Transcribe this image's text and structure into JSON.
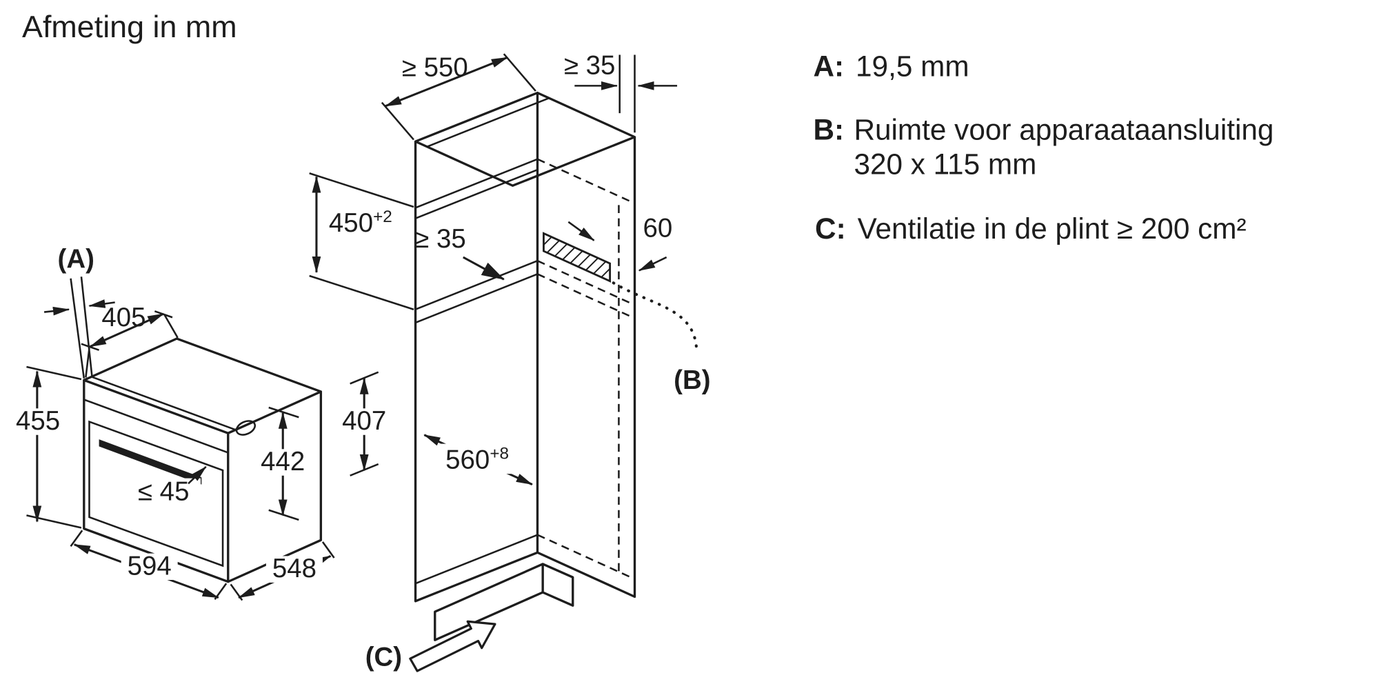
{
  "title": "Afmeting in mm",
  "legend": {
    "items": [
      {
        "key": "A:",
        "lines": [
          "19,5 mm"
        ]
      },
      {
        "key": "B:",
        "lines": [
          "Ruimte voor apparaataansluiting",
          "320 x 115 mm"
        ]
      },
      {
        "key": "C:",
        "lines": [
          "Ventilatie in de plint ≥ 200 cm²"
        ]
      }
    ]
  },
  "oven": {
    "label_a": "(A)",
    "top_depth": "405",
    "height": "455",
    "door_height": "442",
    "side_height": "407",
    "handle_depth": "≤ 45",
    "width": "594",
    "depth": "548"
  },
  "cabinet": {
    "depth_min": "≥ 550",
    "rear_gap": "≥ 35",
    "niche_height": "450",
    "niche_height_tol": "+2",
    "top_clearance": "≥ 35",
    "connection_offset": "60",
    "niche_width": "560",
    "niche_width_tol": "+8",
    "label_b": "(B)",
    "label_c": "(C)"
  },
  "colors": {
    "line": "#1d1d1d",
    "background": "#ffffff"
  }
}
